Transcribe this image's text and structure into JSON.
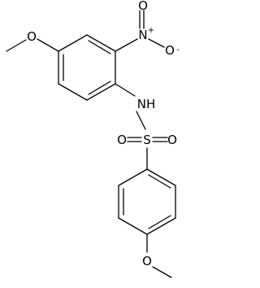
{
  "molecule": {
    "atoms": {
      "o_top_methoxy": "O",
      "n_nitro": "N",
      "n_charge": "+",
      "o_nitro": "O",
      "o_nitro_charge": "-",
      "nh": "NH",
      "s": "S",
      "o_sulfonyl_left": "O",
      "o_sulfonyl_right": "O",
      "o_bottom_methoxy": "O"
    }
  }
}
